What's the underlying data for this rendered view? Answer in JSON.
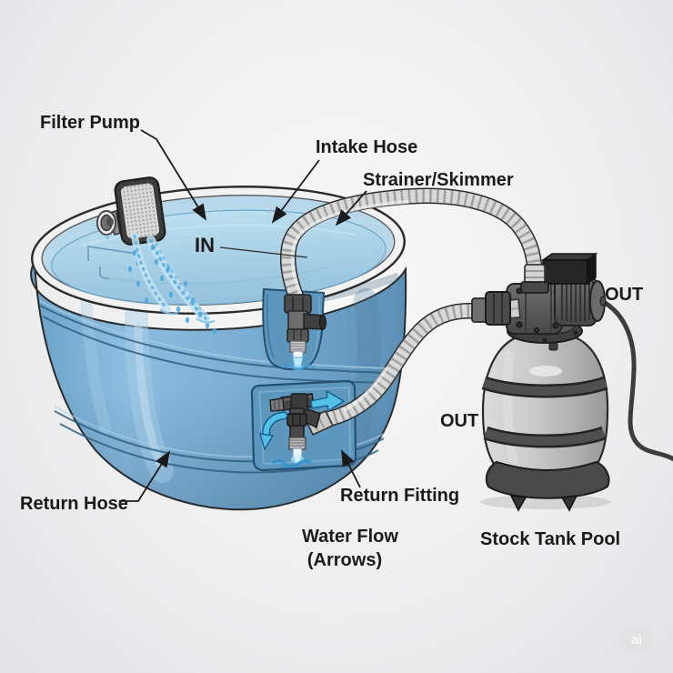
{
  "labels": {
    "filter_pump": "Filter Pump",
    "intake_hose": "Intake Hose",
    "strainer_skimmer": "Strainer/Skimmer",
    "in_marker": "IN",
    "out_top": "OUT",
    "out_side": "OUT",
    "return_hose": "Return Hose",
    "return_fitting": "Return Fitting",
    "water_flow_line1": "Water Flow",
    "water_flow_line2": "(Arrows)",
    "stock_tank_pool": "Stock Tank Pool"
  },
  "watermark": {
    "text": "ai"
  },
  "colors": {
    "label_color": "#1a1a1a",
    "tank_blue": "#7fb2d4",
    "water_blue": "#a9cfe6",
    "panel_blue": "#5e97be",
    "hose_gray": "#d9d9d9",
    "filter_gray": "#c2c2c2",
    "arrow_blue": "#54c0ea",
    "background": "#efeff0"
  }
}
